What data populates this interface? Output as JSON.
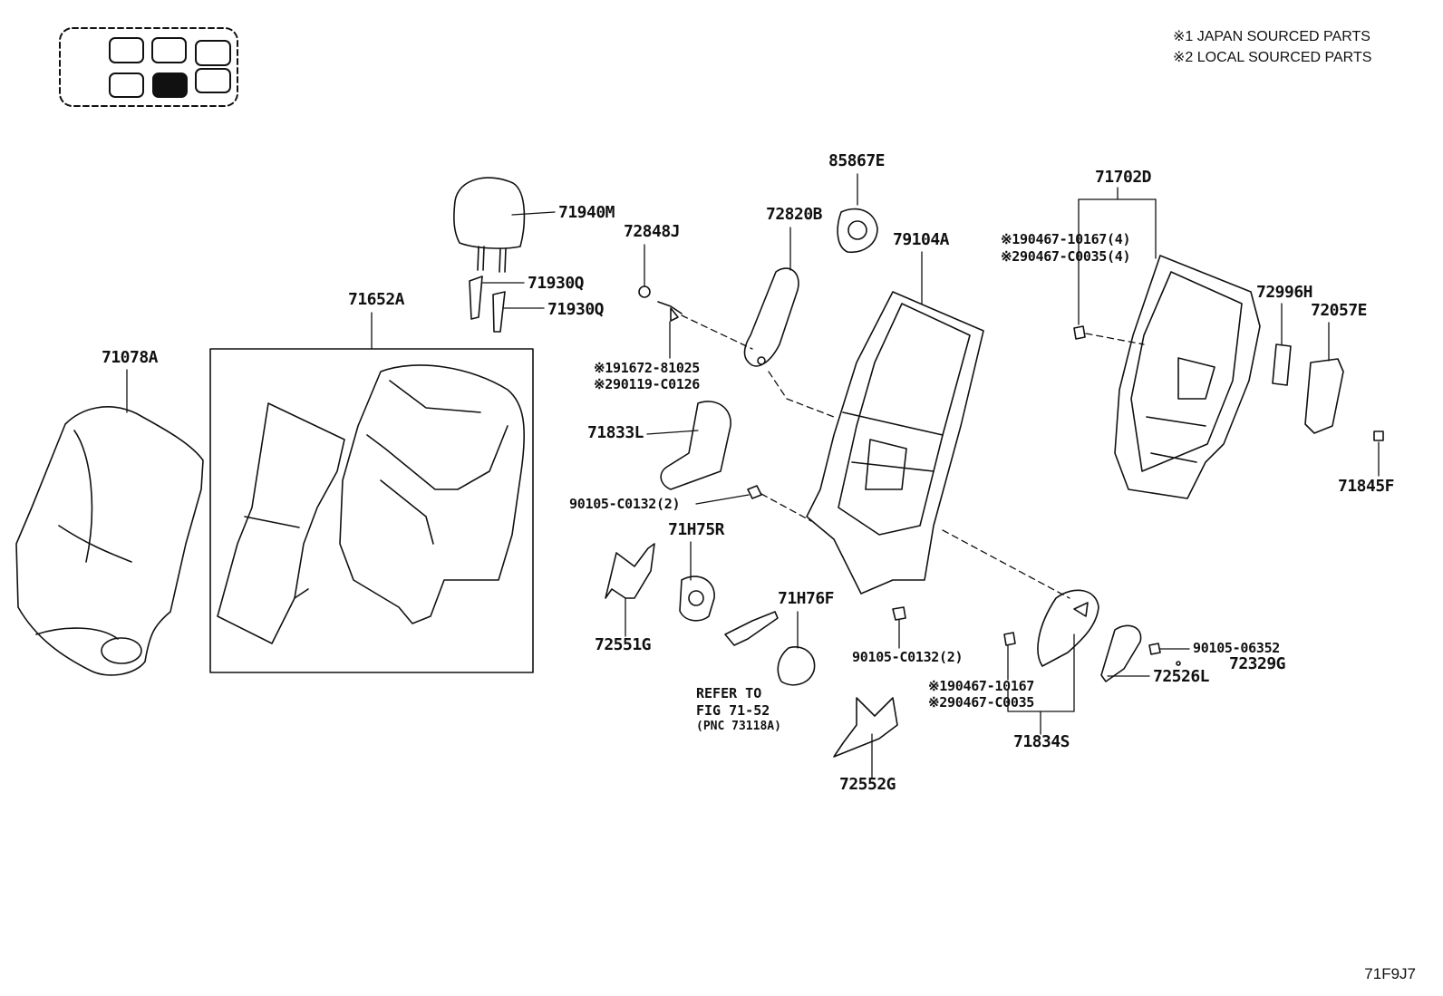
{
  "legend": {
    "line1": "※1 JAPAN SOURCED PARTS",
    "line2": "※2 LOCAL SOURCED PARTS"
  },
  "figure_id": "71F9J7",
  "parts": {
    "p71940M": "71940M",
    "p72848J": "72848J",
    "p71930Q_a": "71930Q",
    "p71930Q_b": "71930Q",
    "p71652A": "71652A",
    "p71078A": "71078A",
    "p85867E": "85867E",
    "p72820B": "72820B",
    "p79104A": "79104A",
    "p71702D": "71702D",
    "p72996H": "72996H",
    "p72057E": "72057E",
    "p71845F": "71845F",
    "p71833L": "71833L",
    "p71H75R": "71H75R",
    "p72551G": "72551G",
    "p71H76F": "71H76F",
    "p72552G": "72552G",
    "p71834S": "71834S",
    "p72526L": "72526L",
    "p72329G": "72329G"
  },
  "fasteners": {
    "f_bolt_a1": "※191672-81025",
    "f_bolt_a2": "※290119-C0126",
    "f_screw1": "90105-C0132(2)",
    "f_screw2": "90105-C0132(2)",
    "f_clip_top1": "※190467-10167(4)",
    "f_clip_top2": "※290467-C0035(4)",
    "f_clip_bot1": "※190467-10167",
    "f_clip_bot2": "※290467-C0035",
    "f_screw3": "90105-06352"
  },
  "reference": {
    "line1": "REFER TO",
    "line2": "FIG 71-52",
    "line3": "(PNC 73118A)"
  }
}
